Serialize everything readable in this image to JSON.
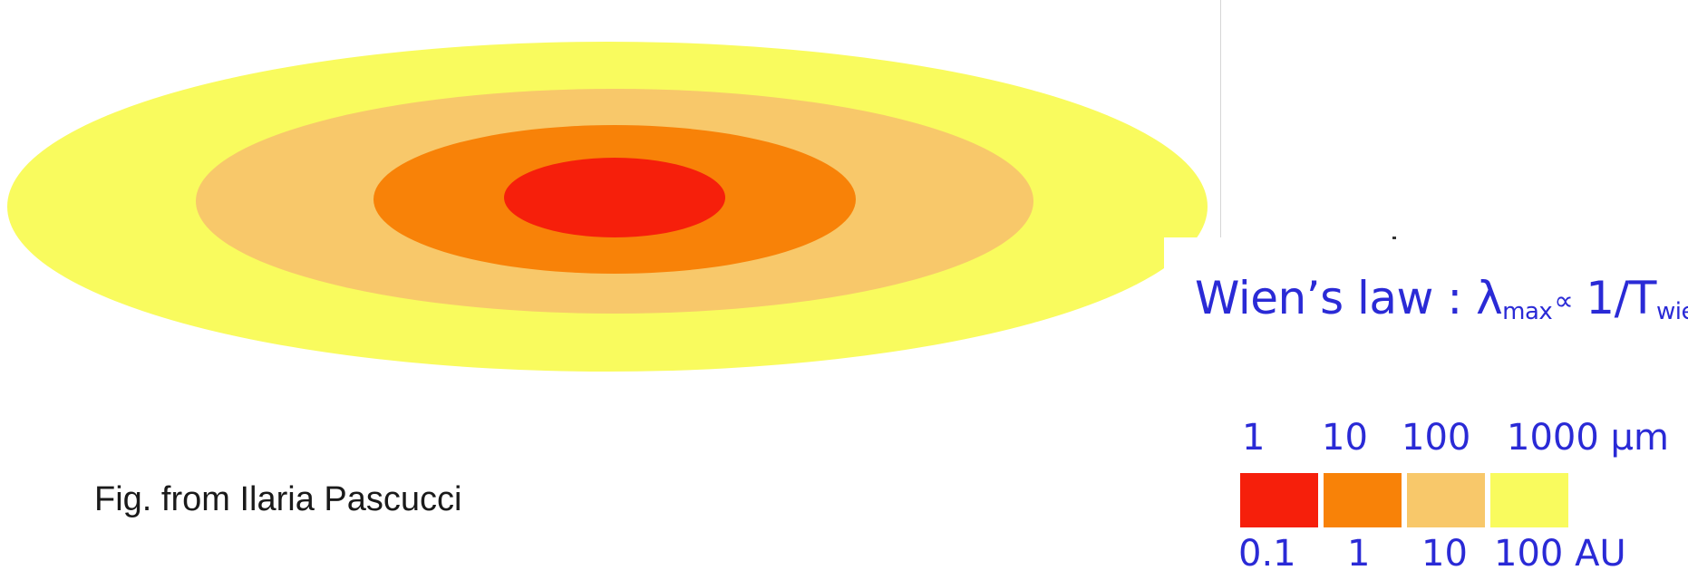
{
  "credit": "Fig. from Ilaria Pascucci",
  "colors": {
    "ring_outer": "#f9fb5e",
    "ring_mid": "#f8c86a",
    "ring_inner": "#f88208",
    "core": "#f61f0b",
    "label_blue": "#2a2ad6"
  },
  "wien": {
    "prefix": "Wien’s law : λ",
    "max_sub": "max",
    "propto": "∝",
    "inverse_t": "1/T",
    "wien_sub": "wien"
  },
  "legend": {
    "wavelength_labels": [
      "1",
      "10",
      "100",
      "1000 μm"
    ],
    "distance_labels": [
      "0.1",
      "1",
      "10",
      "100 AU"
    ],
    "swatch_colors": [
      "#f61f0b",
      "#f88208",
      "#f8c86a",
      "#f9fb5e"
    ]
  }
}
